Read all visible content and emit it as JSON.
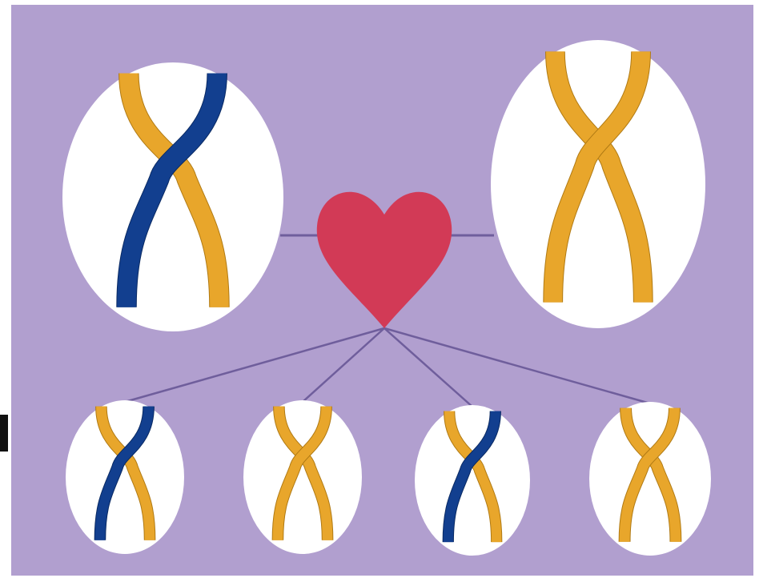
{
  "diagram": {
    "kind": "genetic-inheritance-illustration",
    "parents": [
      {
        "role": "parent-left",
        "chromosome_strands": [
          "yellow",
          "blue"
        ]
      },
      {
        "role": "parent-right",
        "chromosome_strands": [
          "yellow",
          "yellow"
        ]
      }
    ],
    "offspring": [
      {
        "role": "child-1",
        "chromosome_strands": [
          "yellow",
          "blue"
        ]
      },
      {
        "role": "child-2",
        "chromosome_strands": [
          "yellow",
          "yellow"
        ]
      },
      {
        "role": "child-3",
        "chromosome_strands": [
          "yellow",
          "blue"
        ]
      },
      {
        "role": "child-4",
        "chromosome_strands": [
          "yellow",
          "yellow"
        ]
      }
    ],
    "center_symbol": "heart-icon"
  },
  "colors": {
    "background": "#b19fcf",
    "oval": "#ffffff",
    "yellow_strand": "#e8a62b",
    "yellow_edge": "#b07a14",
    "blue_strand": "#123f8f",
    "heart": "#d23a56",
    "connector": "#6f5e9c"
  }
}
